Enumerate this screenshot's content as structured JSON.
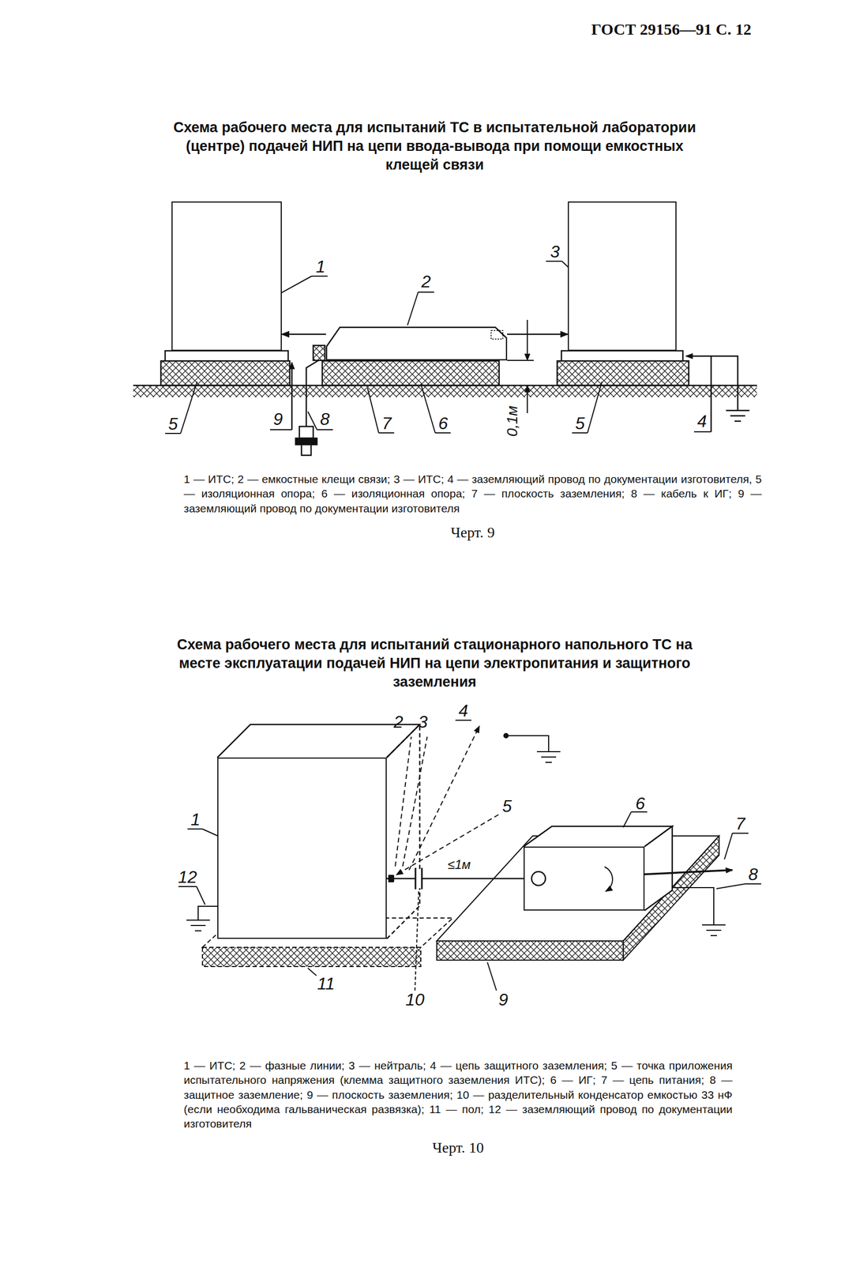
{
  "diagram": {
    "nodes": [
      {
        "text": [
          "1"
        ]
      },
      {
        "text": [
          "2"
        ]
      },
      {
        "text": [
          "3"
        ]
      },
      {
        "text": [
          "1"
        ]
      },
      {
        "text": [
          "6"
        ]
      }
    ],
    "edges": [
      {
        "from": 1,
        "to": 0,
        "arrow": "to"
      },
      {
        "from": 1,
        "to": 2,
        "arrow": "to"
      },
      {
        "from": 4,
        "to": 3,
        "arrow": "to",
        "label": "≤1м"
      }
    ],
    "labels": [
      "ГОСТ 29156—91 С. 12",
      "Схема рабочего места для испытаний ТС в испытательной лаборатории (центре) подачей НИП на цепи ввода-вывода при помощи емкостных клещей связи",
      "4",
      "5",
      "9",
      "8",
      "7",
      "6",
      "0,1м",
      "5",
      "1 — ИТС; 2 — емкостные клещи связи; 3 — ИТС; 4 — заземляющий провод по документации изготовителя, 5 — изоляционная опора; 6 — изоляционная опора; 7 — плоскость заземления; 8 — кабель к ИГ; 9 — заземляющий провод по документации изготовителя",
      "Черт. 9",
      "Схема рабочего места для испытаний стационарного напольного ТС на месте эксплуатации подачей НИП на цепи электропитания и защитного заземления",
      "4",
      "2",
      "3",
      "5",
      "12",
      "7",
      "8",
      "11",
      "10",
      "9",
      "1 — ИТС; 2 — фазные линии; 3 — нейтраль; 4 — цепь защитного заземления; 5 — точка приложения испытательного напряжения (клемма защитного заземления ИТС); 6 — ИГ; 7 — цепь питания; 8 — защитное заземление; 9 — плоскость заземления; 10 — разделительный конденсатор емкостью 33 нФ (если необходима гальваническая развязка); 11 — пол; 12 — заземляющий провод по документации изготовителя",
      "Черт. 10"
    ]
  }
}
